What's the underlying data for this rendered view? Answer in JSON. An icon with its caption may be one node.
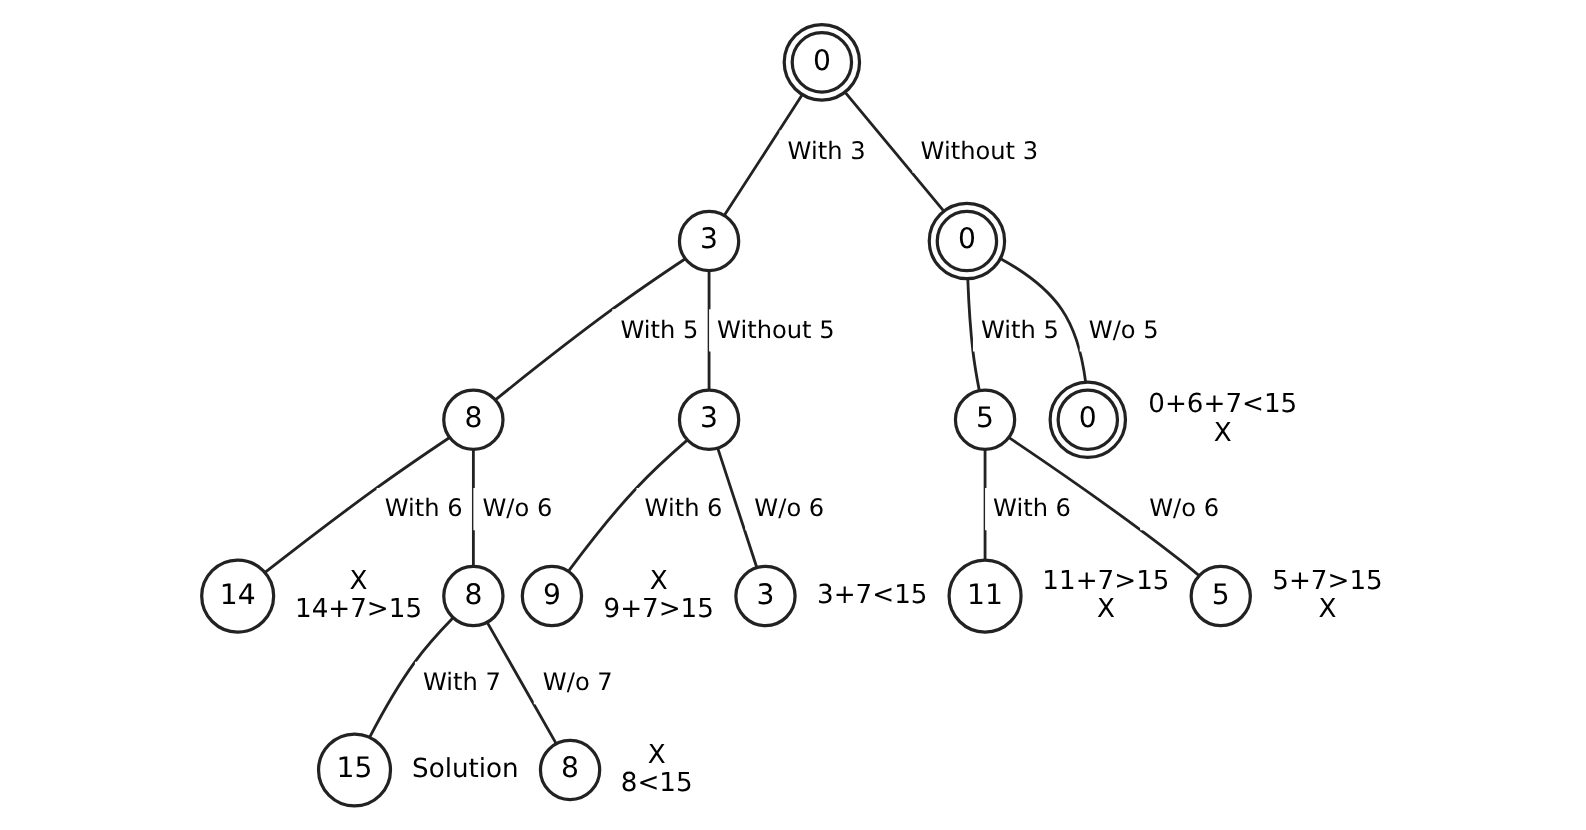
{
  "diagram": {
    "nodes": [
      {
        "text": [
          "0"
        ]
      },
      {
        "text": [
          "3"
        ]
      },
      {
        "text": [
          "0"
        ]
      },
      {
        "text": [
          "8"
        ]
      },
      {
        "text": [
          "3"
        ]
      },
      {
        "text": [
          "5"
        ]
      },
      {
        "text": [
          "0"
        ],
        "beside": [
          "0+6+7<15",
          "X"
        ]
      },
      {
        "text": [
          "14"
        ],
        "beside": [
          "X",
          "14+7>15"
        ]
      },
      {
        "text": [
          "8"
        ]
      },
      {
        "text": [
          "9"
        ],
        "beside": [
          "X",
          "9+7>15"
        ]
      },
      {
        "text": [
          "3"
        ],
        "beside": [
          "3+7<15"
        ]
      },
      {
        "text": [
          "11"
        ],
        "beside": [
          "11+7>15",
          "X"
        ]
      },
      {
        "text": [
          "5"
        ],
        "beside": [
          "5+7>15",
          "X"
        ]
      },
      {
        "text": [
          "15"
        ],
        "beside": [
          "Solution"
        ]
      },
      {
        "text": [
          "8"
        ],
        "beside": [
          "X",
          "8<15"
        ]
      }
    ],
    "edges": [
      {
        "from": 0,
        "to": 1,
        "arrow": "none",
        "label": "With 3"
      },
      {
        "from": 0,
        "to": 2,
        "arrow": "none",
        "label": "Without 3"
      },
      {
        "from": 1,
        "to": 3,
        "arrow": "none",
        "label": "With 5"
      },
      {
        "from": 1,
        "to": 4,
        "arrow": "none",
        "label": "Without 5"
      },
      {
        "from": 2,
        "to": 5,
        "arrow": "none",
        "label": "With 5"
      },
      {
        "from": 2,
        "to": 6,
        "arrow": "none",
        "label": "W/o 5"
      },
      {
        "from": 3,
        "to": 7,
        "arrow": "none",
        "label": "With 6"
      },
      {
        "from": 3,
        "to": 8,
        "arrow": "none",
        "label": "W/o 6"
      },
      {
        "from": 4,
        "to": 9,
        "arrow": "none",
        "label": "With 6"
      },
      {
        "from": 4,
        "to": 10,
        "arrow": "none",
        "label": "W/o 6"
      },
      {
        "from": 5,
        "to": 11,
        "arrow": "none",
        "label": "With 6"
      },
      {
        "from": 5,
        "to": 12,
        "arrow": "none",
        "label": "W/o 6"
      },
      {
        "from": 8,
        "to": 13,
        "arrow": "none",
        "label": "With 7"
      },
      {
        "from": 8,
        "to": 14,
        "arrow": "none",
        "label": "W/o 7"
      }
    ]
  }
}
